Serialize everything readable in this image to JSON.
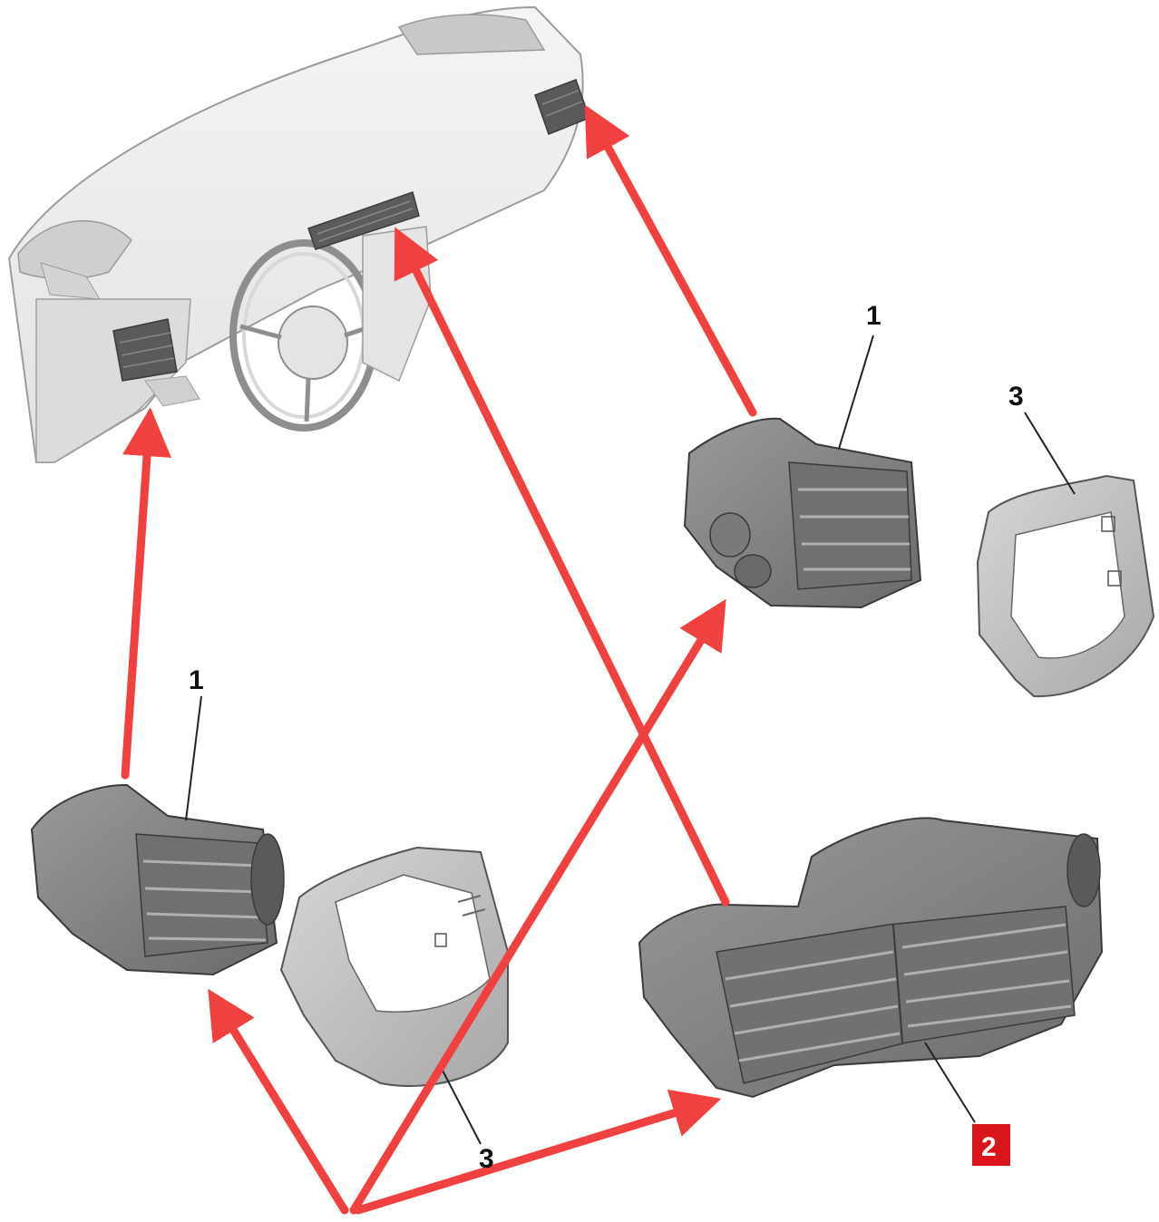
{
  "diagram": {
    "callouts": [
      {
        "id": "right-outer-vent",
        "label": "1"
      },
      {
        "id": "right-bezel",
        "label": "3"
      },
      {
        "id": "left-outer-vent",
        "label": "1"
      },
      {
        "id": "left-bezel",
        "label": "3"
      },
      {
        "id": "center-vent",
        "label": "2"
      }
    ],
    "highlight_color": "#d9141a",
    "arrow_color": "#f04040",
    "part_color": "#8a8a8a",
    "dashboard_color": "#ececec"
  }
}
